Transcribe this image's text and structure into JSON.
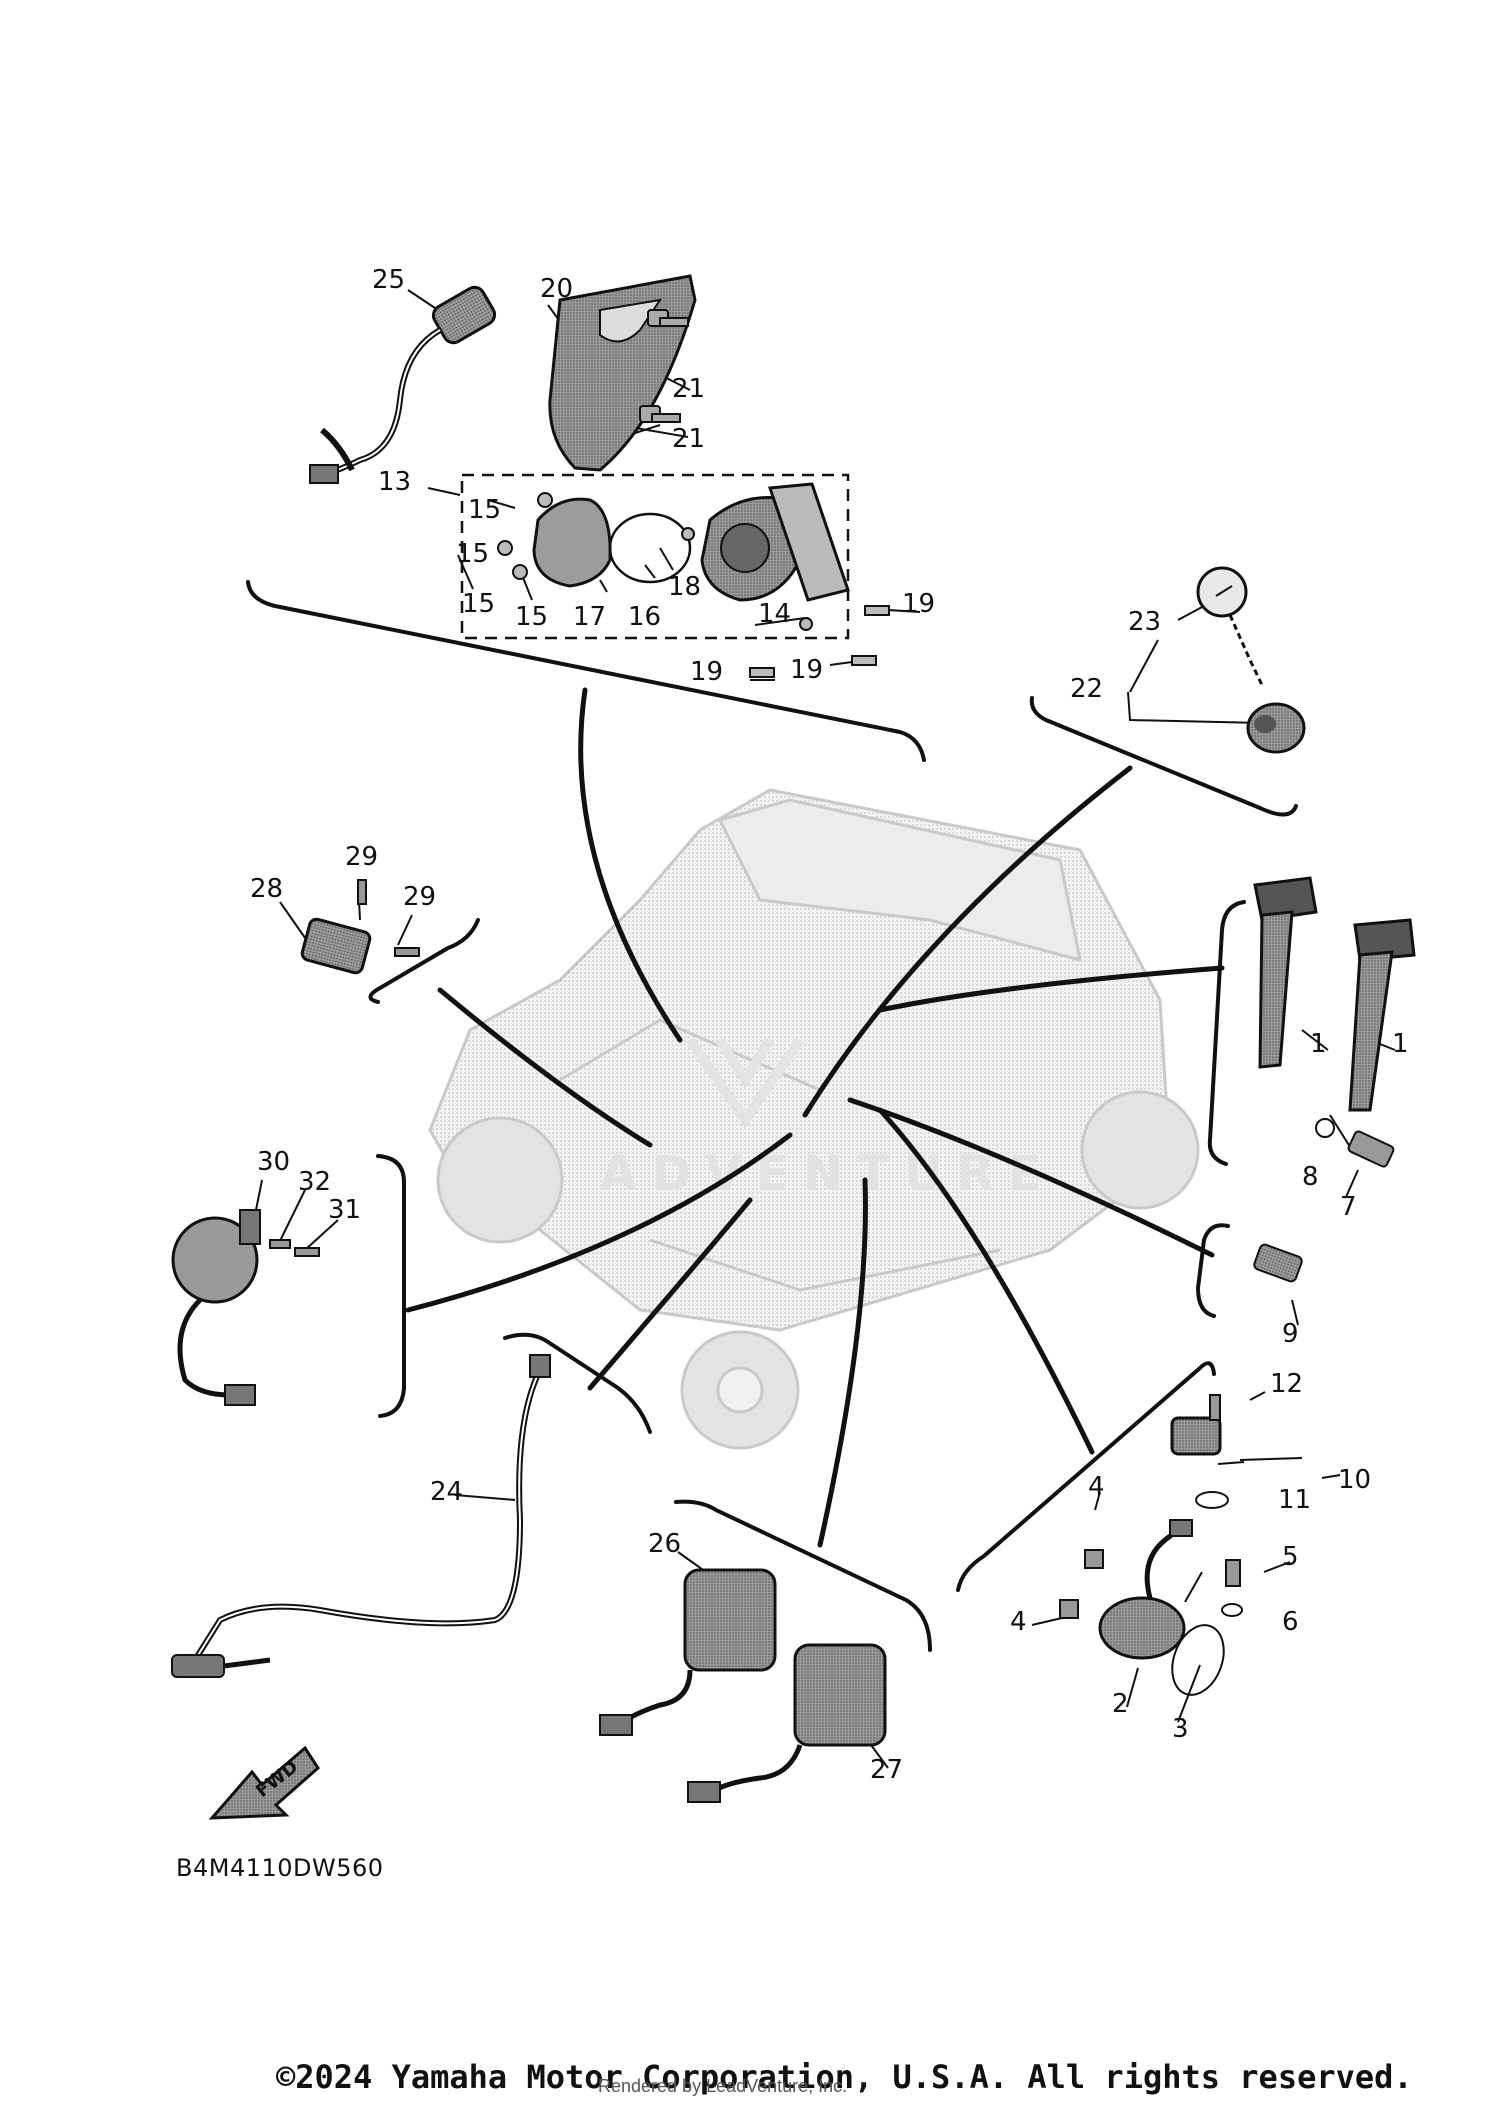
{
  "diagram": {
    "callouts": [
      "1",
      "1",
      "2",
      "3",
      "4",
      "4",
      "5",
      "6",
      "7",
      "8",
      "9",
      "10",
      "11",
      "12",
      "13",
      "14",
      "15",
      "15",
      "15",
      "15",
      "16",
      "17",
      "18",
      "19",
      "19",
      "19",
      "20",
      "21",
      "21",
      "22",
      "23",
      "24",
      "25",
      "26",
      "27",
      "28",
      "29",
      "29",
      "30",
      "31",
      "32"
    ],
    "fwd_label": "FWD",
    "watermark_text": "ADVENTURE",
    "diagram_code": "B4M4110DW560"
  },
  "footer": {
    "copyright": "©2024 Yamaha Motor Corporation, U.S.A. All rights reserved.",
    "rendered_by": "Rendered by LeadVenture, Inc."
  },
  "colors": {
    "ink": "#111111",
    "part_fill": "#8a8a8a",
    "vehicle_ghost": "#d4d4d4"
  }
}
